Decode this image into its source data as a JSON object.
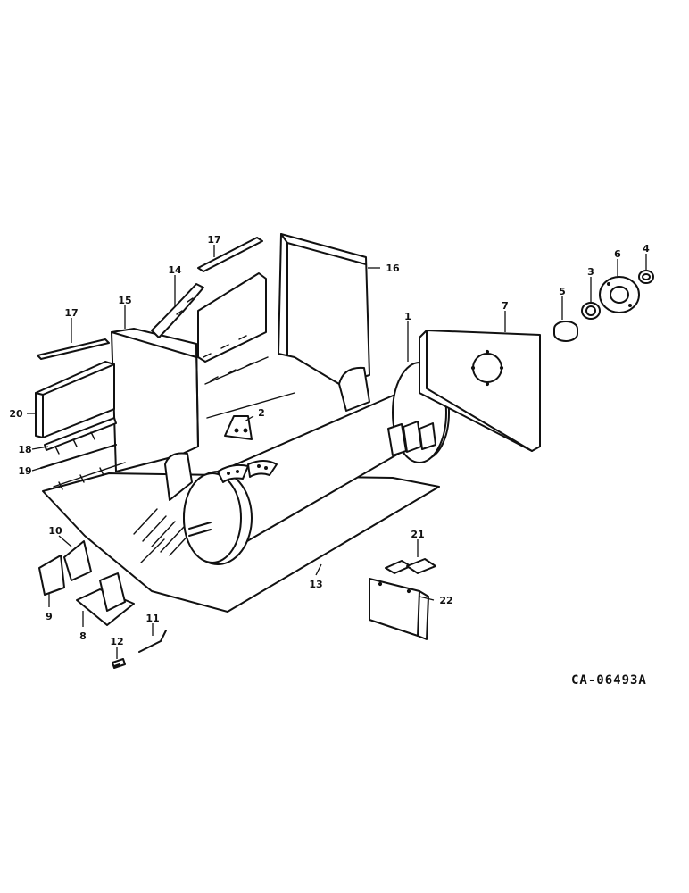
{
  "callouts": {
    "c1": "1",
    "c2": "2",
    "c3": "3",
    "c4": "4",
    "c5": "5",
    "c6": "6",
    "c7": "7",
    "c8": "8",
    "c9": "9",
    "c10": "10",
    "c11": "11",
    "c12": "12",
    "c13": "13",
    "c14": "14",
    "c15": "15",
    "c16": "16",
    "c17a": "17",
    "c17b": "17",
    "c18": "18",
    "c19": "19",
    "c20": "20",
    "c21": "21",
    "c22": "22"
  },
  "figure_id": "CA-06493A"
}
